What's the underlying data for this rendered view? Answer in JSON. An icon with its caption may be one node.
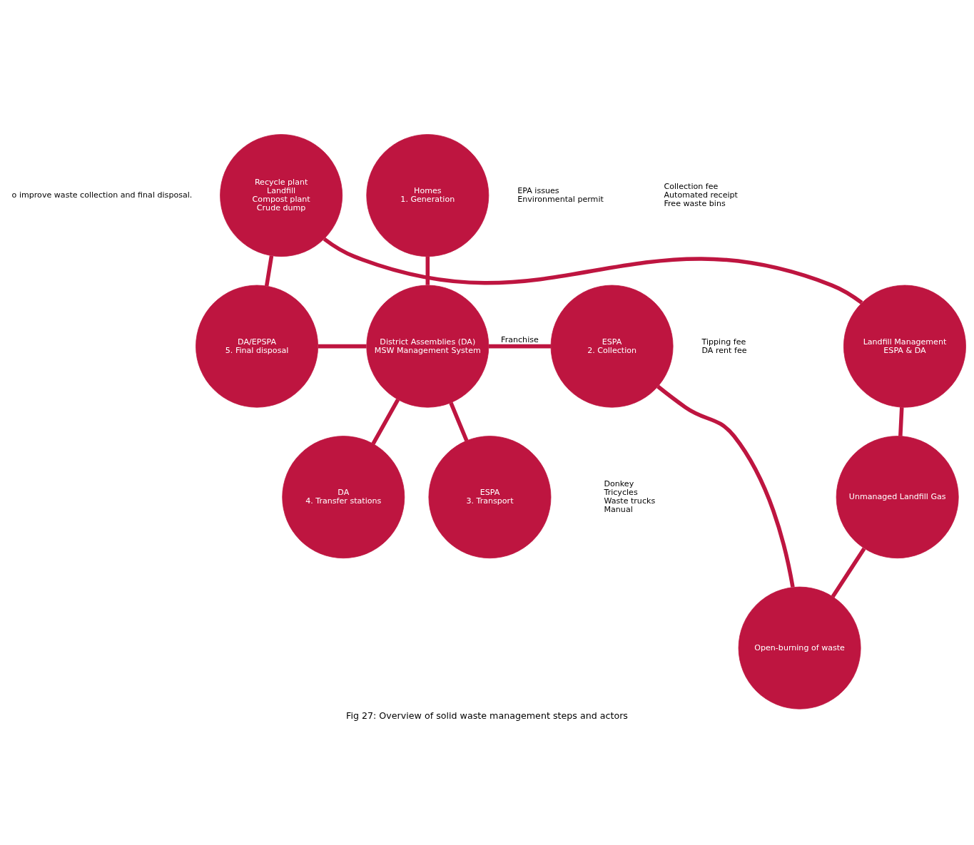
{
  "diagram": {
    "caption": "Fig 27: Overview of solid waste management steps and actors",
    "nodes": [
      {
        "text": [
          "Recycle plant",
          "Landfill",
          "Compost plant",
          "Crude dump"
        ],
        "beside": [
          "EPA issues",
          "Environmental permit"
        ]
      },
      {
        "text": [
          "Homes",
          "1. Generation"
        ],
        "beside": [
          "Collection fee",
          "Automated receipt",
          "Free waste bins"
        ]
      },
      {
        "text": [
          "DA/EPSPA",
          "5. Final disposal"
        ],
        "beside": [
          "Tipping fee",
          "DA rent fee"
        ]
      },
      {
        "text": [
          "ESPA",
          "2. Collection"
        ]
      },
      {
        "text": [
          "Landfill Management",
          "ESPA & DA"
        ]
      },
      {
        "text": [
          "District Assemblies (DA)",
          "MSW Management System"
        ]
      },
      {
        "text": [
          "DA",
          "4. Transfer stations"
        ]
      },
      {
        "text": [
          "ESPA",
          "3. Transport"
        ],
        "beside": [
          "Donkey",
          "Tricycles",
          "Waste trucks",
          "Manual"
        ]
      },
      {
        "text": [
          "Unmanaged Landfill Gas"
        ]
      },
      {
        "text": [
          "Open-burning of waste"
        ]
      }
    ],
    "edges": [
      {
        "from": 0,
        "to": 2,
        "arrow": "none"
      },
      {
        "from": 0,
        "to": 4,
        "arrow": "none"
      },
      {
        "from": 1,
        "to": 5,
        "arrow": "none"
      },
      {
        "from": 2,
        "to": 5,
        "arrow": "none"
      },
      {
        "from": 5,
        "to": 3,
        "arrow": "none",
        "label": "Franchise"
      },
      {
        "from": 5,
        "to": 6,
        "arrow": "none"
      },
      {
        "from": 5,
        "to": 7,
        "arrow": "none"
      },
      {
        "from": 4,
        "to": 8,
        "arrow": "none"
      },
      {
        "from": 8,
        "to": 9,
        "arrow": "none"
      },
      {
        "from": 3,
        "to": 9,
        "arrow": "none"
      }
    ],
    "labels": [
      "o improve waste collection and final disposal."
    ]
  }
}
